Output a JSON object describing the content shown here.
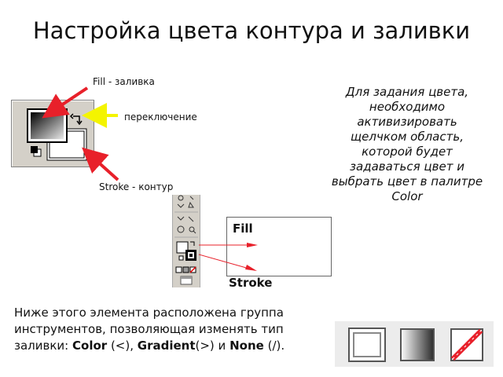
{
  "title": "Настройка цвета контура и заливки",
  "labels": {
    "fill": "Fill - заливка",
    "swap": "переключение",
    "stroke": "Stroke - контур"
  },
  "side_text": "Для задания цвета, необходимо активизировать щелчком область, которой будет задаваться цвет и выбрать цвет в палитре Color",
  "fill_stroke_box": {
    "fill_label": "Fill",
    "stroke_label": "Stroke"
  },
  "bottom_text": {
    "line1": "Ниже этого элемента расположена группа",
    "line2": "инструментов, позволяющая изменять тип",
    "line3_prefix": "заливки:",
    "color": "Color",
    "color_sym": "(<),",
    "gradient": "Gradient",
    "gradient_sym": "(>) и",
    "none": "None",
    "none_sym": "(/)."
  },
  "icons": {
    "swap": "swap-arrow-icon",
    "default_colors": "default-colors-icon",
    "color_mode": "color-mode-icon",
    "gradient_mode": "gradient-mode-icon",
    "none_mode": "none-mode-icon"
  },
  "colors": {
    "arrow_red": "#e8202a",
    "arrow_yellow": "#f4f400",
    "panel": "#d4d0c8"
  }
}
